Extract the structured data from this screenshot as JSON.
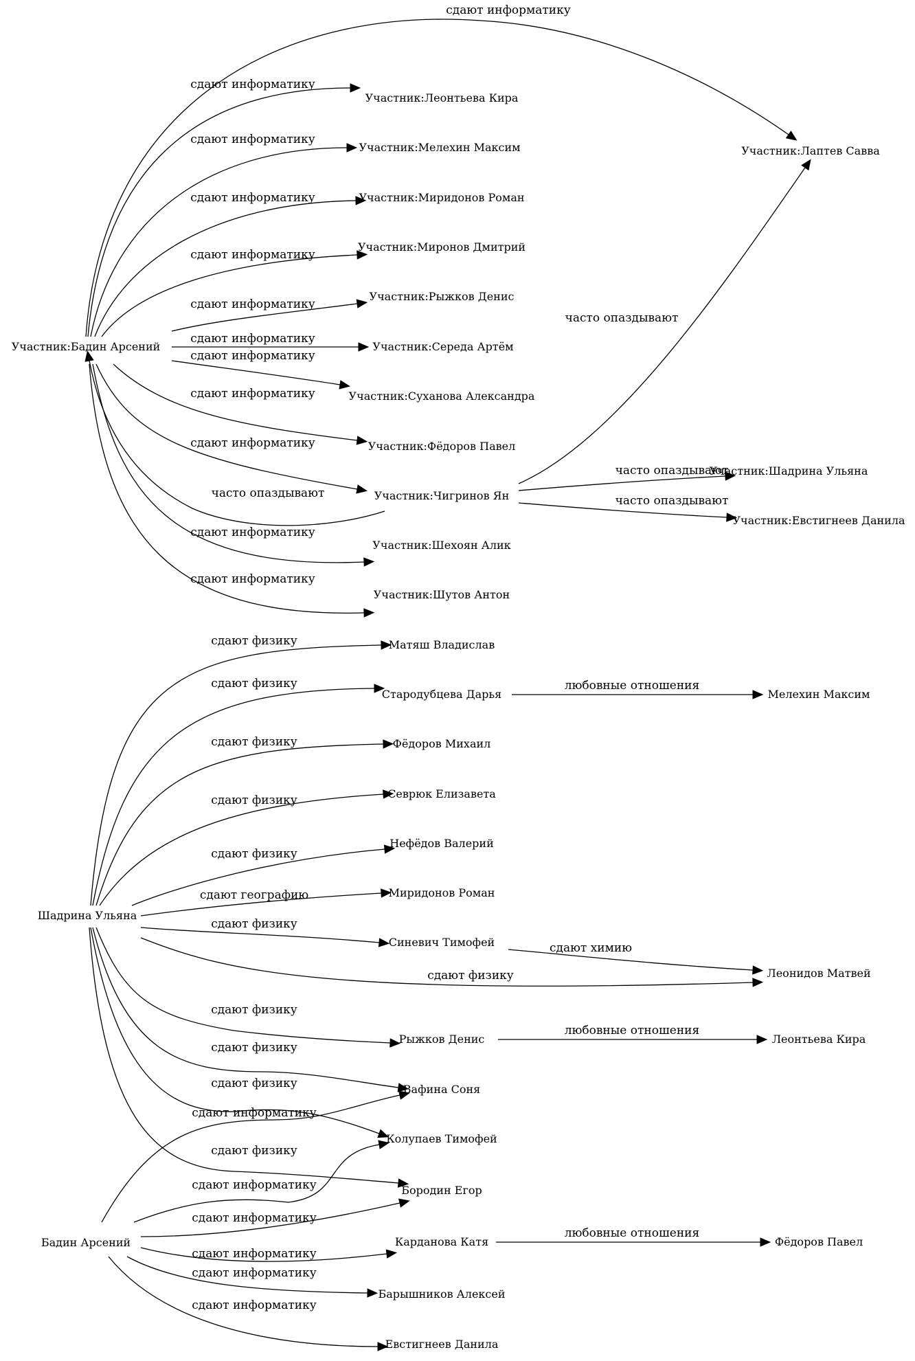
{
  "graph": {
    "nodes": [
      {
        "id": "n_badin_u",
        "label": "Участник:Бадин Арсений"
      },
      {
        "id": "n_laptev",
        "label": "Участник:Лаптев Савва"
      },
      {
        "id": "n_leont_u",
        "label": "Участник:Леонтьева Кира"
      },
      {
        "id": "n_melex_u",
        "label": "Участник:Мелехин Максим"
      },
      {
        "id": "n_mirid_u",
        "label": "Участник:Миридонов Роман"
      },
      {
        "id": "n_miron_u",
        "label": "Участник:Миронов Дмитрий"
      },
      {
        "id": "n_ryzh_u",
        "label": "Участник:Рыжков Денис"
      },
      {
        "id": "n_sereda_u",
        "label": "Участник:Середа Артём"
      },
      {
        "id": "n_sux_u",
        "label": "Участник:Суханова Александра"
      },
      {
        "id": "n_fedp_u",
        "label": "Участник:Фёдоров Павел"
      },
      {
        "id": "n_chig_u",
        "label": "Участник:Чигринов Ян"
      },
      {
        "id": "n_shex_u",
        "label": "Участник:Шехоян Алик"
      },
      {
        "id": "n_shut_u",
        "label": "Участник:Шутов Антон"
      },
      {
        "id": "n_shad_u",
        "label": "Участник:Шадрина Ульяна"
      },
      {
        "id": "n_evst_u",
        "label": "Участник:Евстигнеев Данила"
      },
      {
        "id": "n_shad",
        "label": "Шадрина Ульяна"
      },
      {
        "id": "n_matyash",
        "label": "Матяш Владислав"
      },
      {
        "id": "n_starod",
        "label": "Стародубцева Дарья"
      },
      {
        "id": "n_melex",
        "label": "Мелехин Максим"
      },
      {
        "id": "n_fedm",
        "label": "Фёдоров Михаил"
      },
      {
        "id": "n_sevr",
        "label": "Севрюк Елизавета"
      },
      {
        "id": "n_nefed",
        "label": "Нефёдов Валерий"
      },
      {
        "id": "n_mirid",
        "label": "Миридонов Роман"
      },
      {
        "id": "n_sinev",
        "label": "Синевич Тимофей"
      },
      {
        "id": "n_leonid",
        "label": "Леонидов Матвей"
      },
      {
        "id": "n_ryzh",
        "label": "Рыжков Денис"
      },
      {
        "id": "n_leont",
        "label": "Леонтьева Кира"
      },
      {
        "id": "n_vafina",
        "label": "Вафина Соня"
      },
      {
        "id": "n_kolup",
        "label": "Колупаев Тимофей"
      },
      {
        "id": "n_borod",
        "label": "Бородин Егор"
      },
      {
        "id": "n_kard",
        "label": "Карданова Катя"
      },
      {
        "id": "n_fedp",
        "label": "Фёдоров Павел"
      },
      {
        "id": "n_badin",
        "label": "Бадин Арсений"
      },
      {
        "id": "n_barysh",
        "label": "Барышников Алексей"
      },
      {
        "id": "n_evst",
        "label": "Евстигнеев Данила"
      }
    ],
    "edges": [
      {
        "from": "n_badin_u",
        "to": "n_laptev",
        "label": "сдают информатику"
      },
      {
        "from": "n_badin_u",
        "to": "n_leont_u",
        "label": "сдают информатику"
      },
      {
        "from": "n_badin_u",
        "to": "n_melex_u",
        "label": "сдают информатику"
      },
      {
        "from": "n_badin_u",
        "to": "n_mirid_u",
        "label": "сдают информатику"
      },
      {
        "from": "n_badin_u",
        "to": "n_miron_u",
        "label": "сдают информатику"
      },
      {
        "from": "n_badin_u",
        "to": "n_ryzh_u",
        "label": "сдают информатику"
      },
      {
        "from": "n_badin_u",
        "to": "n_sereda_u",
        "label": "сдают информатику"
      },
      {
        "from": "n_badin_u",
        "to": "n_sux_u",
        "label": "сдают информатику"
      },
      {
        "from": "n_badin_u",
        "to": "n_fedp_u",
        "label": "сдают информатику"
      },
      {
        "from": "n_badin_u",
        "to": "n_chig_u",
        "label": "сдают информатику"
      },
      {
        "from": "n_chig_u",
        "to": "n_badin_u",
        "label": "часто опаздывают"
      },
      {
        "from": "n_badin_u",
        "to": "n_shex_u",
        "label": "сдают информатику"
      },
      {
        "from": "n_badin_u",
        "to": "n_shut_u",
        "label": "сдают информатику"
      },
      {
        "from": "n_chig_u",
        "to": "n_laptev",
        "label": "часто опаздывают"
      },
      {
        "from": "n_chig_u",
        "to": "n_shad_u",
        "label": "часто опаздывают"
      },
      {
        "from": "n_chig_u",
        "to": "n_evst_u",
        "label": "часто опаздывают"
      },
      {
        "from": "n_shad",
        "to": "n_matyash",
        "label": "сдают физику"
      },
      {
        "from": "n_shad",
        "to": "n_starod",
        "label": "сдают физику"
      },
      {
        "from": "n_starod",
        "to": "n_melex",
        "label": "любовные отношения"
      },
      {
        "from": "n_shad",
        "to": "n_fedm",
        "label": "сдают физику"
      },
      {
        "from": "n_shad",
        "to": "n_sevr",
        "label": "сдают физику"
      },
      {
        "from": "n_shad",
        "to": "n_nefed",
        "label": "сдают физику"
      },
      {
        "from": "n_shad",
        "to": "n_mirid",
        "label": "сдают географию"
      },
      {
        "from": "n_shad",
        "to": "n_sinev",
        "label": "сдают физику"
      },
      {
        "from": "n_sinev",
        "to": "n_leonid",
        "label": "сдают химию"
      },
      {
        "from": "n_shad",
        "to": "n_leonid",
        "label": "сдают физику"
      },
      {
        "from": "n_shad",
        "to": "n_ryzh",
        "label": "сдают физику"
      },
      {
        "from": "n_ryzh",
        "to": "n_leont",
        "label": "любовные отношения"
      },
      {
        "from": "n_shad",
        "to": "n_vafina",
        "label": "сдают физику"
      },
      {
        "from": "n_shad",
        "to": "n_kolup",
        "label": "сдают физику"
      },
      {
        "from": "n_shad",
        "to": "n_borod",
        "label": "сдают физику"
      },
      {
        "from": "n_badin",
        "to": "n_vafina",
        "label": "сдают информатику"
      },
      {
        "from": "n_badin",
        "to": "n_kolup",
        "label": "сдают информатику"
      },
      {
        "from": "n_badin",
        "to": "n_borod",
        "label": "сдают информатику"
      },
      {
        "from": "n_badin",
        "to": "n_kard",
        "label": "сдают информатику"
      },
      {
        "from": "n_kard",
        "to": "n_fedp",
        "label": "любовные отношения"
      },
      {
        "from": "n_badin",
        "to": "n_barysh",
        "label": "сдают информатику"
      },
      {
        "from": "n_badin",
        "to": "n_evst",
        "label": "сдают информатику"
      }
    ]
  }
}
